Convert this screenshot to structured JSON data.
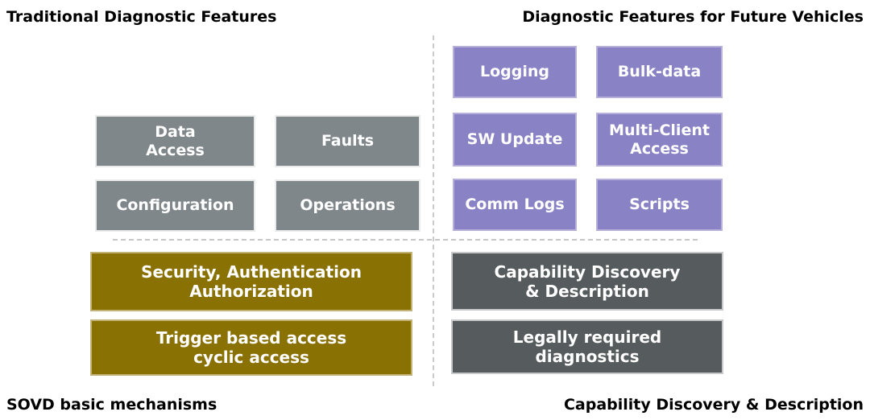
{
  "titles": {
    "top_left": "Traditional Diagnostic Features",
    "top_right": "Diagnostic Features for Future Vehicles",
    "bottom_left": "SOVD basic mechanisms",
    "bottom_right": "Capability Discovery & Description"
  },
  "boxes": {
    "data_access": {
      "label": "Data\nAccess",
      "group": "traditional-diagnostics"
    },
    "faults": {
      "label": "Faults",
      "group": "traditional-diagnostics"
    },
    "configuration": {
      "label": "Configuration",
      "group": "traditional-diagnostics"
    },
    "operations": {
      "label": "Operations",
      "group": "traditional-diagnostics"
    },
    "logging": {
      "label": "Logging",
      "group": "future-vehicle-features"
    },
    "bulk_data": {
      "label": "Bulk-data",
      "group": "future-vehicle-features"
    },
    "sw_update": {
      "label": "SW Update",
      "group": "future-vehicle-features"
    },
    "multi_client_access": {
      "label": "Multi-Client\nAccess",
      "group": "future-vehicle-features"
    },
    "comm_logs": {
      "label": "Comm Logs",
      "group": "future-vehicle-features"
    },
    "scripts": {
      "label": "Scripts",
      "group": "future-vehicle-features"
    },
    "security_authentication": {
      "label": "Security, Authentication\nAuthorization",
      "group": "sovd-basic-mechanisms"
    },
    "trigger_based_access": {
      "label": "Trigger based access\ncyclic access",
      "group": "sovd-basic-mechanisms"
    },
    "capability_discovery": {
      "label": "Capability Discovery\n& Description",
      "group": "capability-discovery"
    },
    "legally_required": {
      "label": "Legally required\ndiagnostics",
      "group": "capability-discovery"
    }
  },
  "colors": {
    "traditional_fill": "#80878a",
    "future_fill": "#8983c5",
    "sovd_fill": "#8a7104",
    "capability_fill": "#565b5e",
    "box_text": "#ffffff",
    "title_text": "#000000",
    "divider": "#c9c9c9",
    "background": "#ffffff"
  }
}
